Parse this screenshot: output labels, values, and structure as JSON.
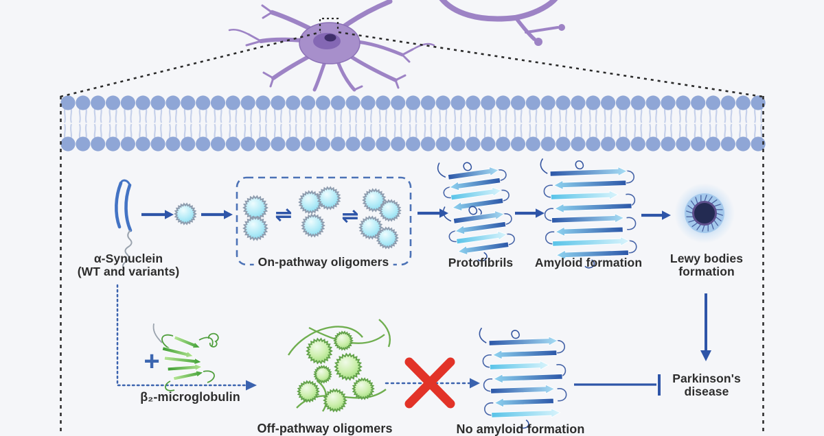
{
  "figure": {
    "background": "#f5f6f9",
    "labels": {
      "alpha_synuclein_1": "α-Synuclein",
      "alpha_synuclein_2": "(WT and variants)",
      "on_pathway": "On-pathway oligomers",
      "protofibrils": "Protofibrils",
      "amyloid": "Amyloid formation",
      "lewy_1": "Lewy bodies",
      "lewy_2": "formation",
      "beta2m": "β₂-microglobulin",
      "off_pathway": "Off-pathway oligomers",
      "no_amyloid": "No amyloid formation",
      "parkinsons_1": "Parkinson's",
      "parkinsons_2": "disease"
    },
    "symbols": {
      "equilibrium": "⇌",
      "plus": "+",
      "blocked_cross": "✕"
    },
    "colors": {
      "arrow_blue": "#2e55a8",
      "dashed_blue": "#3a62ae",
      "membrane_head": "#8fa6d6",
      "membrane_tail": "#c5d0ea",
      "neuron_purple": "#9d83c5",
      "oligomer_cyan": "#8fe0f2",
      "off_oligomer_green": "#8fd06a",
      "beta_sheet_blue": "#2c57a8",
      "cross_red": "#e23328",
      "label_text": "#2d2d2d"
    }
  }
}
